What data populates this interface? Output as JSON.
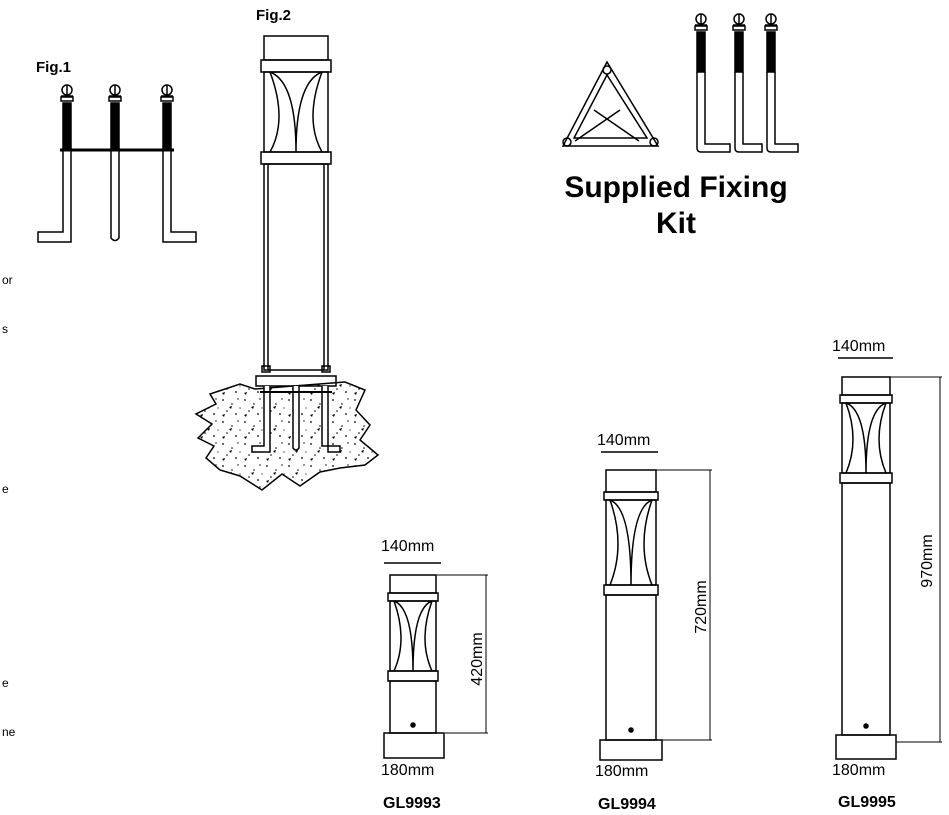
{
  "figures": {
    "fig1_label": "Fig.1",
    "fig2_label": "Fig.2"
  },
  "kit": {
    "title_line1": "Supplied Fixing",
    "title_line2": "Kit"
  },
  "left_text_fragments": [
    "or",
    "s",
    "e",
    "e",
    "ne"
  ],
  "products": [
    {
      "model": "GL9993",
      "width_top": "140mm",
      "width_base": "180mm",
      "height": "420mm"
    },
    {
      "model": "GL9994",
      "width_top": "140mm",
      "width_base": "180mm",
      "height": "720mm"
    },
    {
      "model": "GL9995",
      "width_top": "140mm",
      "width_base": "180mm",
      "height": "970mm"
    }
  ],
  "colors": {
    "line": "#000000",
    "background": "#ffffff"
  }
}
